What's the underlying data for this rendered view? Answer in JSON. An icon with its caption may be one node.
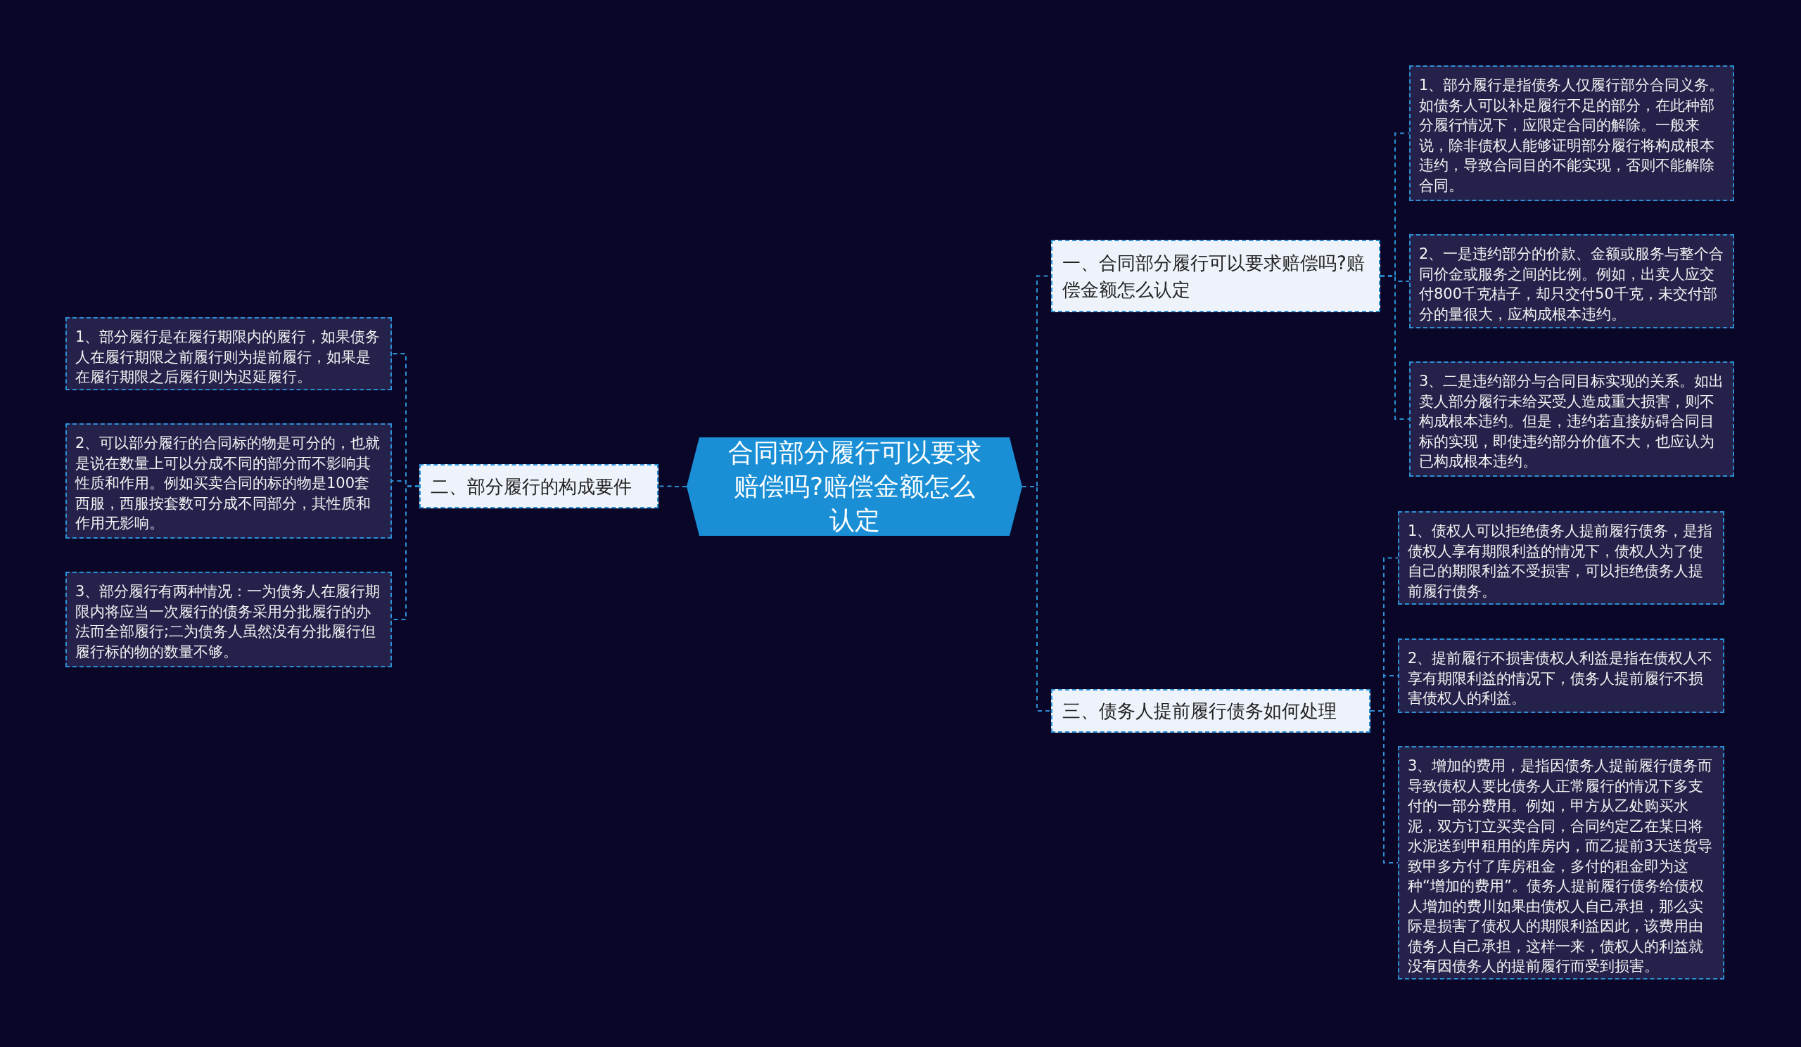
{
  "diagram": {
    "nodes": [
      {
        "text": [
          "合同部分履行可以要求赔偿吗?赔偿金额怎么认定"
        ]
      },
      {
        "text": [
          "一、合同部分履行可以要求赔偿吗?赔偿金额怎么认定"
        ]
      },
      {
        "text": [
          "1、部分履行是指债务人仅履行部分合同义务。如债务人可以补足履行不足的部分，在此种部分履行情况下，应限定合同的解除。一般来说，除非债权人能够证明部分履行将构成根本违约，导致合同目的不能实现，否则不能解除合同。"
        ]
      },
      {
        "text": [
          "2、一是违约部分的价款、金额或服务与整个合同价金或服务之间的比例。例如，出卖人应交付800千克桔子，却只交付50千克，未交付部分的量很大，应构成根本违约。"
        ]
      },
      {
        "text": [
          "3、二是违约部分与合同目标实现的关系。如出卖人部分履行未给买受人造成重大损害，则不构成根本违约。但是，违约若直接妨碍合同目标的实现，即使违约部分价值不大，也应认为已构成根本违约。"
        ]
      },
      {
        "text": [
          "二、部分履行的构成要件"
        ]
      },
      {
        "text": [
          "1、部分履行是在履行期限内的履行，如果债务人在履行期限之前履行则为提前履行，如果是在履行期限之后履行则为迟延履行。"
        ]
      },
      {
        "text": [
          "2、可以部分履行的合同标的物是可分的，也就是说在数量上可以分成不同的部分而不影响其性质和作用。例如买卖合同的标的物是100套西服，西服按套数可分成不同部分，其性质和作用无影响。"
        ]
      },
      {
        "text": [
          "3、部分履行有两种情况：一为债务人在履行期限内将应当一次履行的债务采用分批履行的办法而全部履行;二为债务人虽然没有分批履行但履行标的物的数量不够。"
        ]
      },
      {
        "text": [
          "三、债务人提前履行债务如何处理"
        ]
      },
      {
        "text": [
          "1、债权人可以拒绝债务人提前履行债务，是指债权人享有期限利益的情况下，债权人为了使自己的期限利益不受损害，可以拒绝债务人提前履行债务。"
        ]
      },
      {
        "text": [
          "2、提前履行不损害债权人利益是指在债权人不享有期限利益的情况下，债务人提前履行不损害债权人的利益。"
        ]
      },
      {
        "text": [
          "3、增加的费用，是指因债务人提前履行债务而导致债权人要比债务人正常履行的情况下多支付的一部分费用。例如，甲方从乙处购买水泥，双方订立买卖合同，合同约定乙在某日将水泥送到甲租用的库房内，而乙提前3天送货导致甲多方付了库房租金，多付的租金即为这种“增加的费用”。债务人提前履行债务给债权人增加的费川如果由债权人自己承担，那么实际是损害了债权人的期限利益因此，该费用由债务人自己承担，这样一来，债权人的利益就没有因债务人的提前履行而受到损害。"
        ]
      }
    ],
    "edges": [
      {
        "from": 0,
        "to": 1,
        "arrow": "none"
      },
      {
        "from": 1,
        "to": 2,
        "arrow": "none"
      },
      {
        "from": 1,
        "to": 3,
        "arrow": "none"
      },
      {
        "from": 1,
        "to": 4,
        "arrow": "none"
      },
      {
        "from": 0,
        "to": 5,
        "arrow": "none"
      },
      {
        "from": 5,
        "to": 6,
        "arrow": "none"
      },
      {
        "from": 5,
        "to": 7,
        "arrow": "none"
      },
      {
        "from": 5,
        "to": 8,
        "arrow": "none"
      },
      {
        "from": 0,
        "to": 9,
        "arrow": "none"
      },
      {
        "from": 9,
        "to": 10,
        "arrow": "none"
      },
      {
        "from": 9,
        "to": 11,
        "arrow": "none"
      },
      {
        "from": 9,
        "to": 12,
        "arrow": "none"
      }
    ]
  }
}
